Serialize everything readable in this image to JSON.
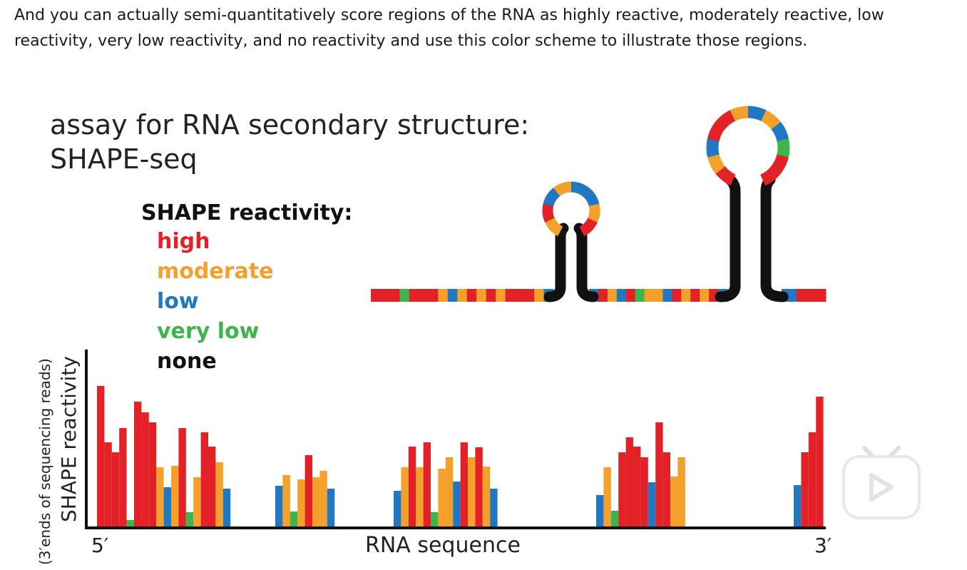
{
  "caption": "And you can actually semi-quantitatively score regions of the RNA as highly reactive, moderately reactive, low reactivity, very low reactivity, and no reactivity and use this color scheme to illustrate those regions.",
  "figure": {
    "title_line1": "assay for RNA secondary structure:",
    "title_line2": "SHAPE-seq",
    "legend": {
      "heading": "SHAPE reactivity:",
      "items": [
        {
          "label": "high",
          "color": "#e32228"
        },
        {
          "label": "moderate",
          "color": "#f5a02a"
        },
        {
          "label": "low",
          "color": "#1f78c1"
        },
        {
          "label": "very low",
          "color": "#3db54a"
        },
        {
          "label": "none",
          "color": "#111111"
        }
      ]
    },
    "y_axis_label": "SHAPE reactivity",
    "y_axis_sublabel": "(3′ends of sequencing reads)",
    "x_axis_label": "RNA sequence",
    "x_start_label": "5′",
    "x_end_label": "3′"
  },
  "chart_data": {
    "type": "bar",
    "xlabel": "RNA sequence",
    "ylabel": "SHAPE reactivity",
    "colors": {
      "r": "#e32228",
      "o": "#f5a02a",
      "b": "#1f78c1",
      "g": "#3db54a",
      "k": "#111111"
    },
    "groups": [
      {
        "bars": [
          {
            "c": "r",
            "v": 197
          },
          {
            "c": "r",
            "v": 118
          },
          {
            "c": "r",
            "v": 104
          },
          {
            "c": "r",
            "v": 138
          },
          {
            "c": "g",
            "v": 9
          },
          {
            "c": "r",
            "v": 175
          },
          {
            "c": "r",
            "v": 160
          },
          {
            "c": "r",
            "v": 146
          },
          {
            "c": "o",
            "v": 83
          },
          {
            "c": "b",
            "v": 55
          },
          {
            "c": "o",
            "v": 85
          },
          {
            "c": "r",
            "v": 138
          },
          {
            "c": "g",
            "v": 20
          },
          {
            "c": "o",
            "v": 69
          },
          {
            "c": "r",
            "v": 132
          },
          {
            "c": "r",
            "v": 112
          },
          {
            "c": "o",
            "v": 90
          },
          {
            "c": "b",
            "v": 53
          }
        ]
      },
      {
        "bars": [
          {
            "c": "b",
            "v": 57
          },
          {
            "c": "o",
            "v": 72
          },
          {
            "c": "g",
            "v": 21
          },
          {
            "c": "o",
            "v": 66
          },
          {
            "c": "r",
            "v": 100
          },
          {
            "c": "o",
            "v": 69
          },
          {
            "c": "o",
            "v": 78
          },
          {
            "c": "b",
            "v": 53
          }
        ]
      },
      {
        "bars": [
          {
            "c": "b",
            "v": 50
          },
          {
            "c": "o",
            "v": 83
          },
          {
            "c": "r",
            "v": 112
          },
          {
            "c": "o",
            "v": 83
          },
          {
            "c": "r",
            "v": 118
          },
          {
            "c": "g",
            "v": 20
          },
          {
            "c": "o",
            "v": 81
          },
          {
            "c": "o",
            "v": 97
          },
          {
            "c": "b",
            "v": 63
          },
          {
            "c": "r",
            "v": 118
          },
          {
            "c": "o",
            "v": 97
          },
          {
            "c": "r",
            "v": 111
          },
          {
            "c": "o",
            "v": 84
          },
          {
            "c": "b",
            "v": 53
          }
        ]
      },
      {
        "bars": [
          {
            "c": "b",
            "v": 44
          },
          {
            "c": "o",
            "v": 83
          },
          {
            "c": "g",
            "v": 22
          },
          {
            "c": "r",
            "v": 104
          },
          {
            "c": "r",
            "v": 125
          },
          {
            "c": "r",
            "v": 112
          },
          {
            "c": "r",
            "v": 97
          },
          {
            "c": "b",
            "v": 62
          },
          {
            "c": "r",
            "v": 146
          },
          {
            "c": "r",
            "v": 104
          },
          {
            "c": "o",
            "v": 70
          },
          {
            "c": "o",
            "v": 97
          }
        ]
      },
      {
        "bars": [
          {
            "c": "b",
            "v": 58
          },
          {
            "c": "r",
            "v": 104
          },
          {
            "c": "r",
            "v": 132
          },
          {
            "c": "r",
            "v": 182
          }
        ]
      }
    ],
    "rna_strand": {
      "left_segment": [
        "r",
        "r",
        "r",
        "g",
        "r",
        "r",
        "r",
        "o",
        "b",
        "o",
        "r",
        "o",
        "r",
        "o",
        "r",
        "r",
        "r",
        "o",
        "b"
      ],
      "middle_segment": [
        "b",
        "r",
        "o",
        "b",
        "r",
        "g",
        "o",
        "o",
        "b",
        "r",
        "o",
        "r",
        "o",
        "r",
        "b"
      ],
      "right_segment": [
        "b",
        "r",
        "r"
      ],
      "small_loop": [
        "o",
        "r",
        "b",
        "o",
        "b",
        "b",
        "o",
        "r"
      ],
      "large_loop": [
        "r",
        "o",
        "b",
        "r",
        "r",
        "o",
        "b",
        "o",
        "b",
        "g",
        "r",
        "r"
      ]
    }
  }
}
